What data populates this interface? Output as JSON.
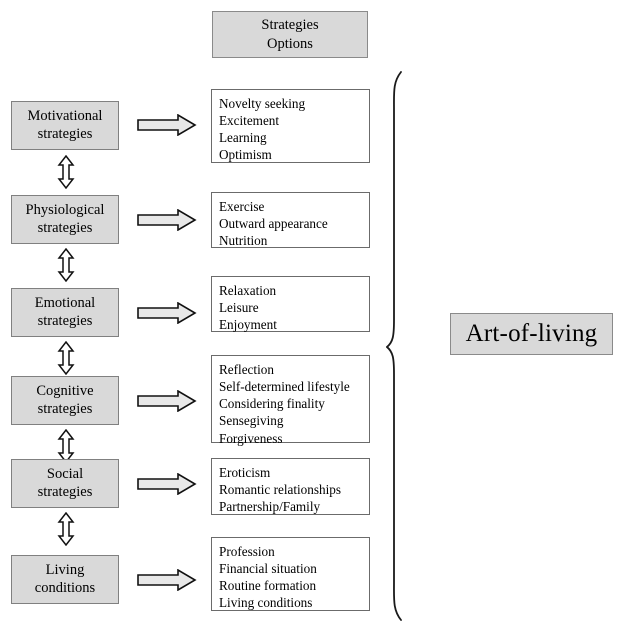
{
  "header": {
    "line1": "Strategies",
    "line2": "Options"
  },
  "result": {
    "label": "Art-of-living"
  },
  "rows": [
    {
      "category_line1": "Motivational",
      "category_line2": "strategies",
      "options": [
        "Novelty seeking",
        "Excitement",
        "Learning",
        "Optimism"
      ]
    },
    {
      "category_line1": "Physiological",
      "category_line2": "strategies",
      "options": [
        "Exercise",
        "Outward appearance",
        "Nutrition"
      ]
    },
    {
      "category_line1": "Emotional",
      "category_line2": "strategies",
      "options": [
        "Relaxation",
        "Leisure",
        "Enjoyment"
      ]
    },
    {
      "category_line1": "Cognitive",
      "category_line2": "strategies",
      "options": [
        "Reflection",
        "Self-determined lifestyle",
        "Considering finality",
        "Sensegiving",
        "Forgiveness"
      ]
    },
    {
      "category_line1": "Social",
      "category_line2": "strategies",
      "options": [
        "Eroticism",
        "Romantic relationships",
        "Partnership/Family"
      ]
    },
    {
      "category_line1": "Living",
      "category_line2": "conditions",
      "options": [
        "Profession",
        "Financial situation",
        "Routine formation",
        "Living conditions"
      ]
    }
  ],
  "colors": {
    "box_fill": "#d9d9d9",
    "box_border": "#808080",
    "option_border": "#6b6b6b",
    "arrow_fill": "#e8e8e8",
    "line": "#1a1a1a"
  }
}
